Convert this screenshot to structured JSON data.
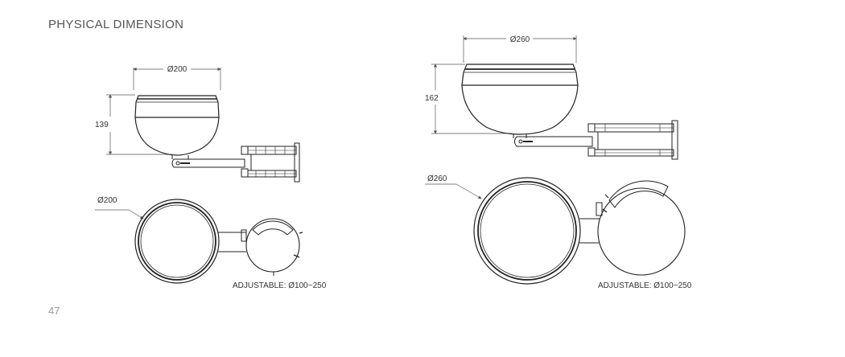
{
  "header": {
    "title": "PHYSICAL DIMENSION"
  },
  "footer": {
    "page_number": "47"
  },
  "colors": {
    "line": "#222222",
    "dim_line": "#555555",
    "text": "#333333",
    "title": "#555555"
  },
  "small_fixture": {
    "side_view": {
      "width_label": "Ø200",
      "height_label": "139"
    },
    "top_view": {
      "diameter_label": "Ø200",
      "adjustable_label": "ADJUSTABLE:  Ø100~250"
    }
  },
  "large_fixture": {
    "side_view": {
      "width_label": "Ø260",
      "height_label": "162"
    },
    "top_view": {
      "diameter_label": "Ø260",
      "adjustable_label": "ADJUSTABLE:  Ø100~250"
    }
  }
}
